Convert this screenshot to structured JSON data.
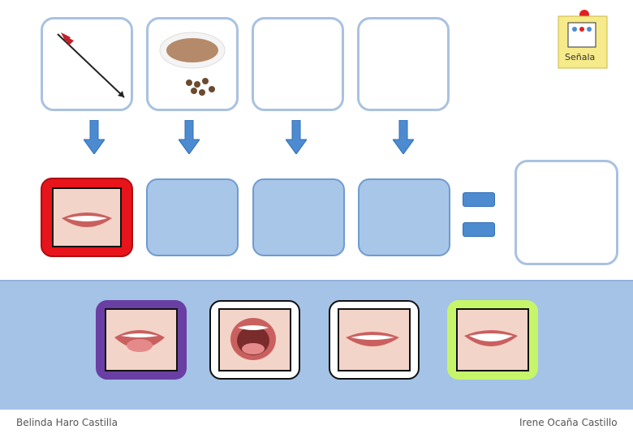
{
  "top_cards": [
    {
      "content": "arrow-image"
    },
    {
      "content": "lentils-image"
    },
    {
      "content": "empty"
    },
    {
      "content": "empty"
    }
  ],
  "result_slots": [
    {
      "content": "smile-mouth",
      "selected": true
    },
    {
      "content": "empty"
    },
    {
      "content": "empty"
    },
    {
      "content": "empty"
    }
  ],
  "signal_sticker": {
    "label": "Señala"
  },
  "options": [
    {
      "name": "mouth-tongue",
      "border_color": "#6a3fa3"
    },
    {
      "name": "mouth-wide-open",
      "border_color": "#ffffff"
    },
    {
      "name": "mouth-open-smile",
      "border_color": "#ffffff"
    },
    {
      "name": "mouth-teeth-smile",
      "border_color": "#c6f56a"
    }
  ],
  "colors": {
    "selected_border": "#e8141b",
    "arrow": "#4d8bd1",
    "band": "#a4c3e6"
  },
  "footer": {
    "left_author": "Belinda Haro Castilla",
    "right_author": "Irene Ocaña Castillo"
  }
}
